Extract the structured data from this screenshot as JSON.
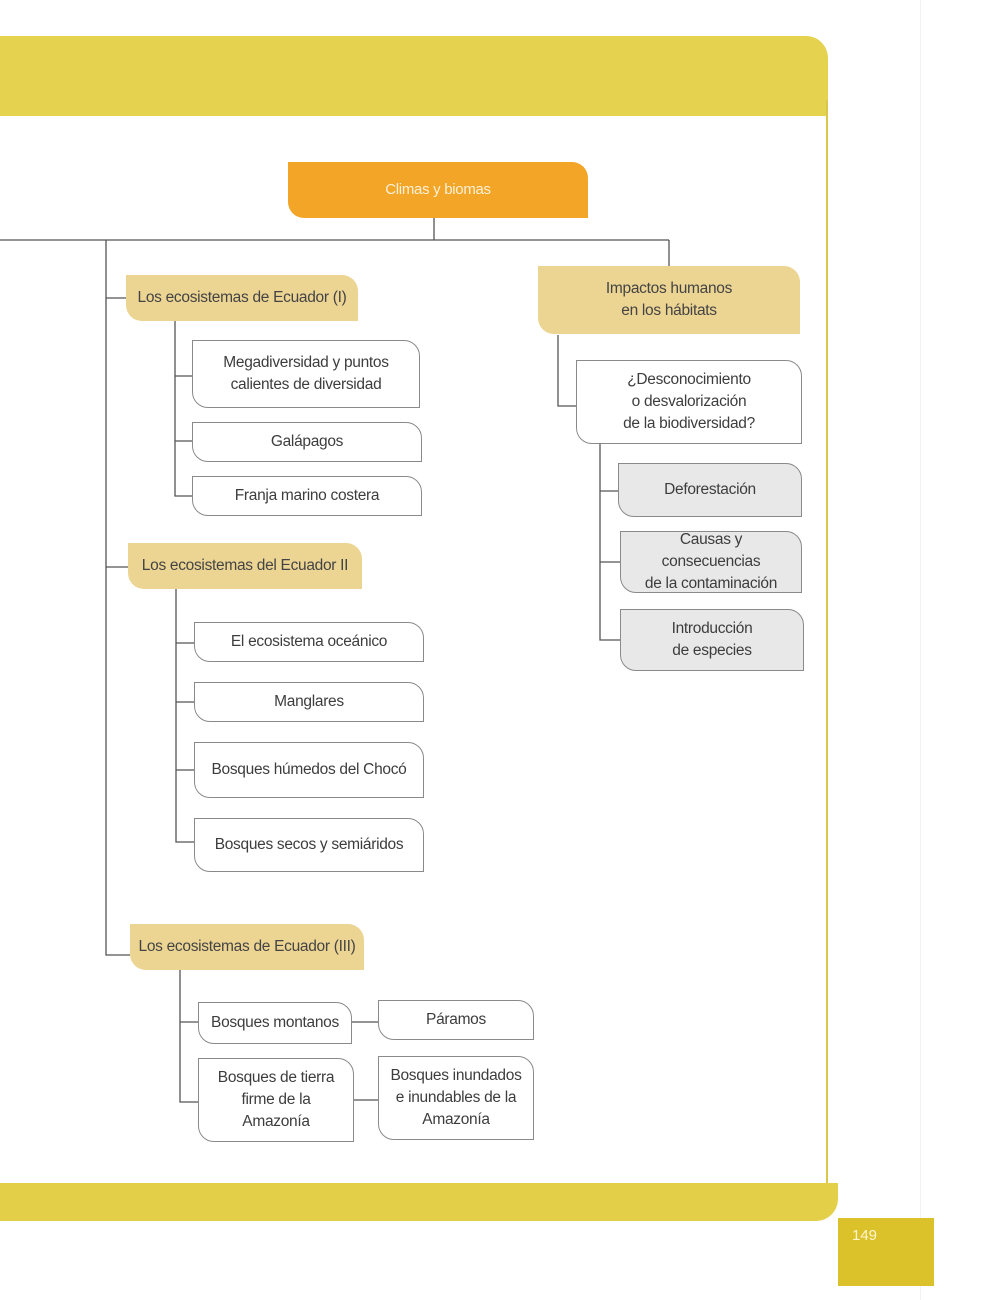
{
  "diagram": {
    "root": "Climas y biomas",
    "branches": [
      {
        "title": "Los ecosistemas de Ecuador (I)",
        "items": [
          "Megadiversidad y puntos\ncalientes de diversidad",
          "Galápagos",
          "Franja marino costera"
        ]
      },
      {
        "title": "Los ecosistemas del Ecuador II",
        "items": [
          "El ecosistema oceánico",
          "Manglares",
          "Bosques húmedos del Chocó",
          "Bosques secos y semiáridos"
        ]
      },
      {
        "title": "Los ecosistemas de Ecuador (III)",
        "items": [
          "Bosques montanos",
          "Páramos",
          "Bosques de tierra\nfirme de la Amazonía",
          "Bosques inundados\ne inundables de la\nAmazonía"
        ]
      },
      {
        "title": "Impactos humanos\nen los hábitats",
        "question": "¿Desconocimiento\no desvalorización\nde la biodiversidad?",
        "items": [
          "Deforestación",
          "Causas y consecuencias\nde la contaminación",
          "Introducción\nde especies"
        ]
      }
    ]
  },
  "page_number": "149",
  "colors": {
    "band": "#e5d24e",
    "root_fill": "#f2a526",
    "category_fill": "#ecd493",
    "leaf_border": "#8a8a8a",
    "grey_fill": "#e8e8e8",
    "page_tab": "#dcc22a"
  }
}
